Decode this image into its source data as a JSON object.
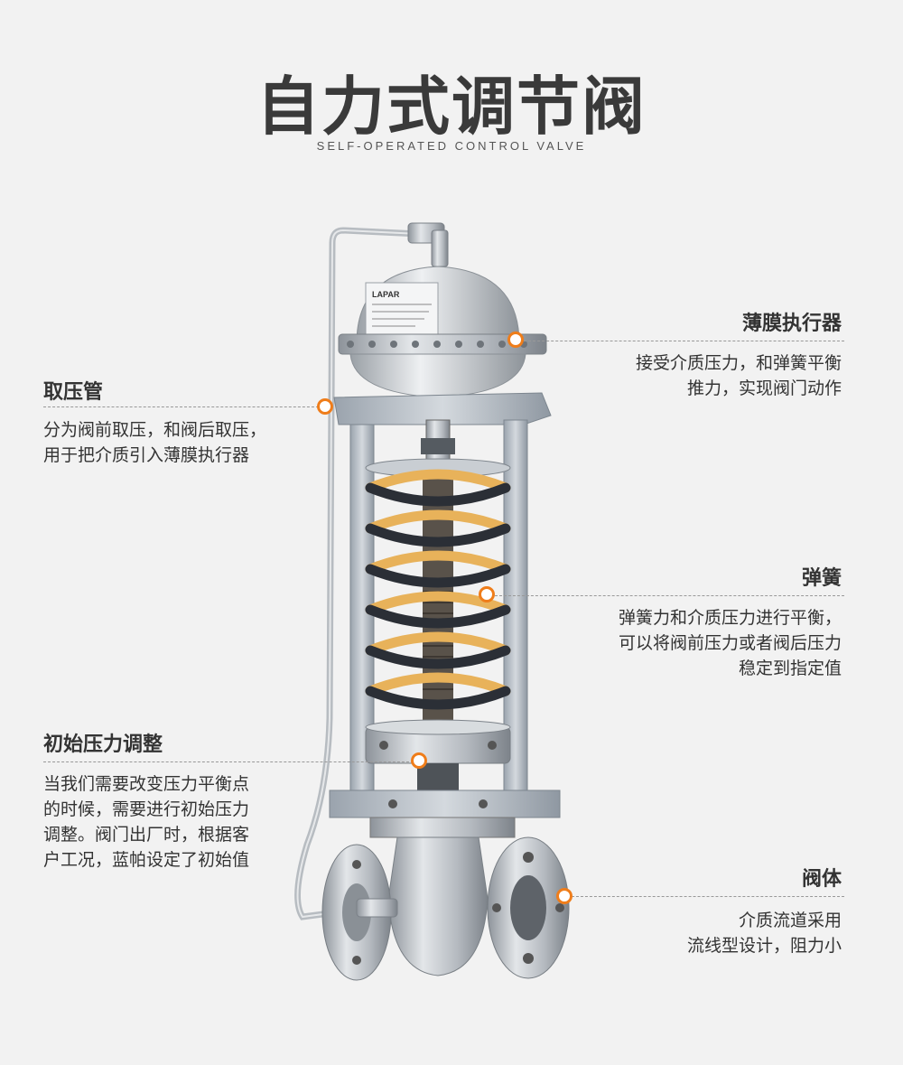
{
  "header": {
    "title": "自力式调节阀",
    "subtitle": "SELF-OPERATED CONTROL VALVE"
  },
  "callouts": {
    "pipe": {
      "title": "取压管",
      "lines": [
        "分为阀前取压，和阀后取压，",
        "用于把介质引入薄膜执行器"
      ]
    },
    "actuator": {
      "title": "薄膜执行器",
      "lines": [
        "接受介质压力，和弹簧平衡",
        "推力，实现阀门动作"
      ]
    },
    "spring": {
      "title": "弹簧",
      "lines": [
        "弹簧力和介质压力进行平衡，",
        "可以将阀前压力或者阀后压力",
        "稳定到指定值"
      ]
    },
    "initial": {
      "title": "初始压力调整",
      "lines": [
        "当我们需要改变压力平衡点",
        "的时候，需要进行初始压力",
        "调整。阀门出厂时，根据客",
        "户工况，蓝帕设定了初始值"
      ]
    },
    "body": {
      "title": "阀体",
      "lines": [
        "介质流道采用",
        "流线型设计，阻力小"
      ]
    }
  },
  "nameplate": {
    "brand": "LAPAR"
  },
  "colors": {
    "accent": "#ef7d1a",
    "spring_dark": "#2b2f36",
    "spring_light": "#e8b25a",
    "steel": "#b9bec4"
  }
}
